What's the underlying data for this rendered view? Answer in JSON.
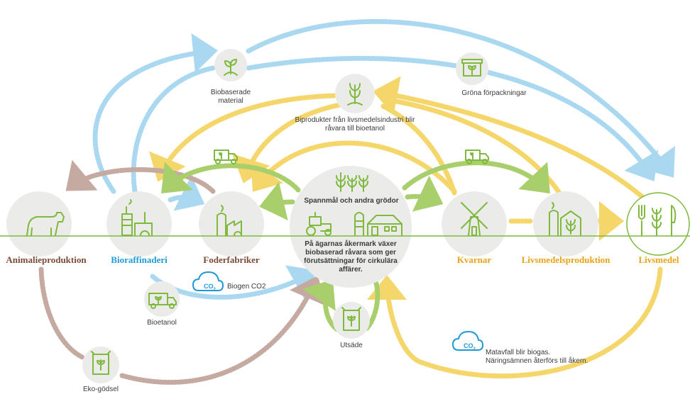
{
  "colors": {
    "node_fill": "#ebebea",
    "line_green": "#7fb93e",
    "blue_arrow": "#a9d8f0",
    "yellow_arrow": "#f5d66a",
    "brown_arrow": "#c5aaa1",
    "green_arrow": "#a9cf6c",
    "brown_title": "#7a4a35",
    "blue_title": "#1e9ad6",
    "orange_title": "#e8a317"
  },
  "nodes": {
    "animal": "Animalieproduktion",
    "biorefinery": "Bioraffinaderi",
    "feed": "Foderfabriker",
    "mill": "Kvarnar",
    "food_production": "Livsmedelsproduktion",
    "food": "Livsmedel"
  },
  "center": {
    "top_label": "Spannmål och andra grödor",
    "description": "På ägarnas åkermark växer biobaserad råvara som ger förutsättningar för cirkulära affärer."
  },
  "labels": {
    "biobased": "Biobaserade material",
    "green_packaging": "Gröna förpackningar",
    "byproducts": "Biprodukter från livsmedelsindustri blir råvara till bioetanol",
    "bioethanol": "Bioetanol",
    "biogen_co2": "Biogen CO2",
    "seed": "Utsäde",
    "eco_fertilizer": "Eko-gödsel",
    "food_waste": "Matavfall blir biogas. Näringsämnen återförs till åkern.",
    "co2_symbol": "CO",
    "co2_sub": "2"
  },
  "icons": [
    "cow-icon",
    "biorefinery-icon",
    "feed-factory-icon",
    "tractor-icon",
    "silo-icon",
    "farmhouse-icon",
    "wheat-icon",
    "windmill-icon",
    "food-factory-icon",
    "cutlery-icon",
    "sprout-icon",
    "box-icon",
    "truck-icon",
    "sack-icon",
    "cloud-icon"
  ]
}
